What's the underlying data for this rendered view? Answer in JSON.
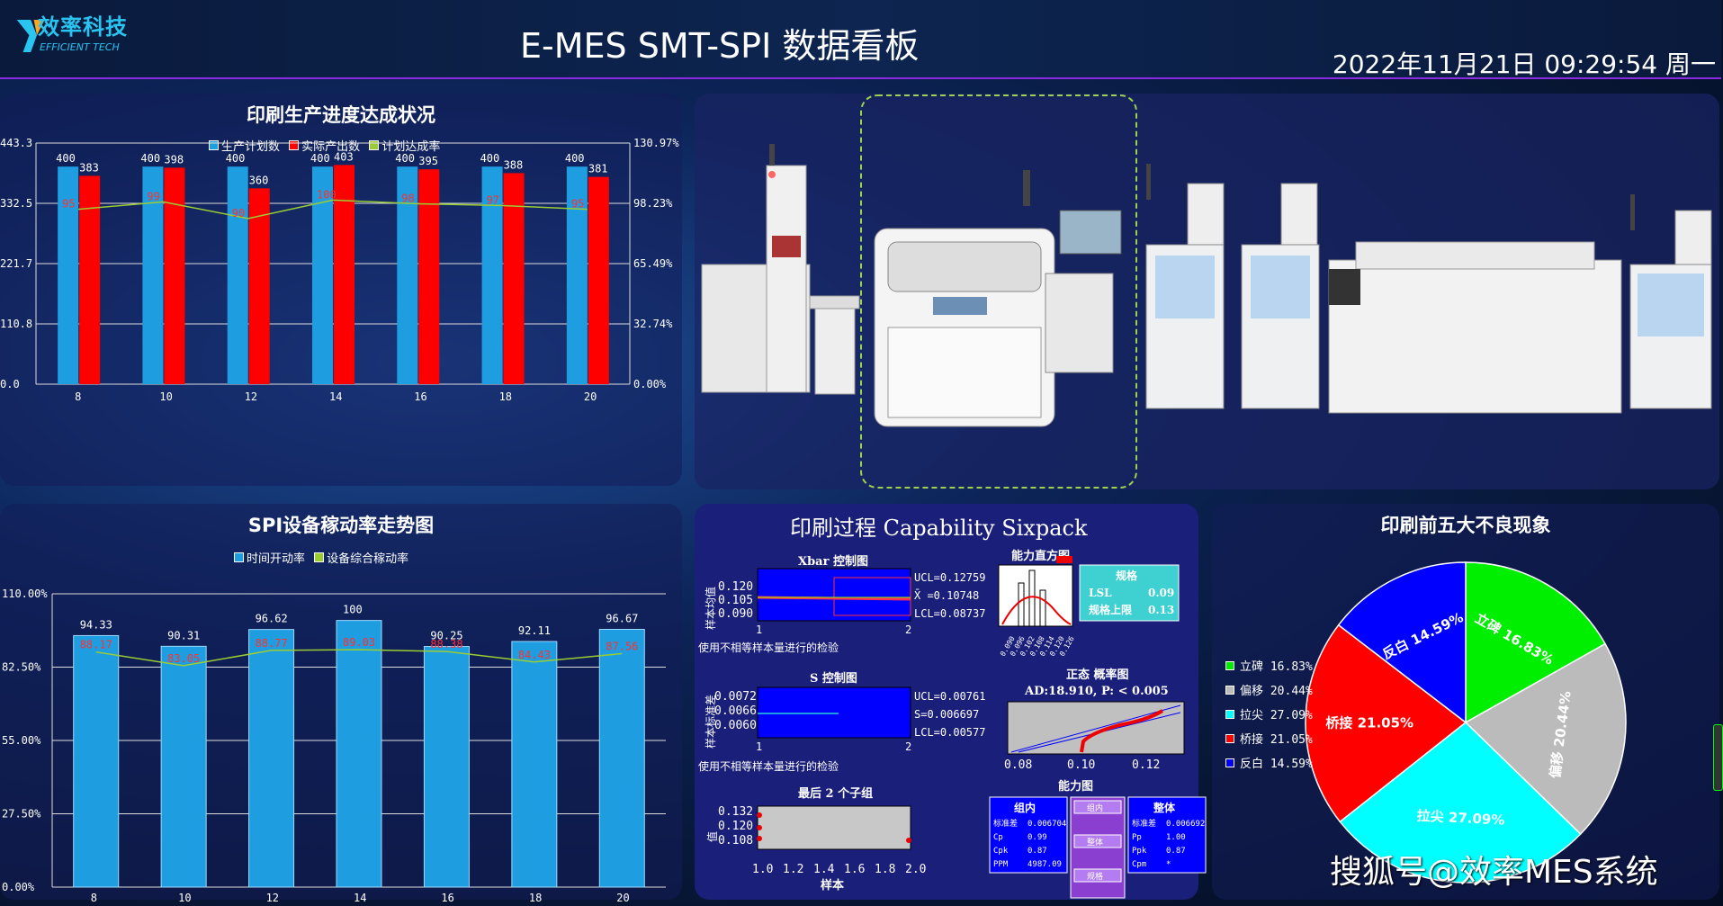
{
  "header": {
    "logo_text": "效率科技",
    "logo_sub": "EFFICIENT TECH",
    "title": "E-MES SMT-SPI 数据看板",
    "datetime": "2022年11月21日 09:29:54 周一"
  },
  "colors": {
    "plan_bar": "#1e9ee0",
    "actual_bar": "#ff0000",
    "line": "#9acd32",
    "pie_1": "#00ee00",
    "pie_2": "#bbbbbb",
    "pie_3": "#00ffff",
    "pie_4": "#ff0000",
    "pie_5": "#0000ff"
  },
  "chart1": {
    "title": "印刷生产进度达成状况",
    "legend": [
      "生产计划数",
      "实际产出数",
      "计划达成率"
    ],
    "chart_data": {
      "type": "bar",
      "categories": [
        "8",
        "10",
        "12",
        "14",
        "16",
        "18",
        "20"
      ],
      "series": [
        {
          "name": "生产计划数",
          "values": [
            400,
            400,
            400,
            400,
            400,
            400,
            400
          ]
        },
        {
          "name": "实际产出数",
          "values": [
            383,
            398,
            360,
            403,
            395,
            388,
            381
          ]
        },
        {
          "name": "计划达成率",
          "values": [
            95,
            99,
            90,
            100,
            98,
            97,
            95
          ]
        }
      ],
      "series_labels": [
        "95",
        "99",
        "90",
        "100",
        "98",
        "97",
        "95"
      ],
      "ylim": [
        0,
        443.3
      ],
      "y_ticks": [
        "443.3",
        "332.5",
        "221.7",
        "110.8",
        "0.0"
      ],
      "y2lim": [
        0,
        130.97
      ],
      "y2_ticks": [
        "130.97%",
        "98.23%",
        "65.49%",
        "32.74%",
        "0.00%"
      ],
      "grid": true,
      "legend_position": "top-center"
    }
  },
  "chart2": {
    "title": "SPI设备稼动率走势图",
    "legend": [
      "时间开动率",
      "设备综合稼动率"
    ],
    "chart_data": {
      "type": "bar",
      "categories": [
        "8",
        "10",
        "12",
        "14",
        "16",
        "18",
        "20"
      ],
      "series": [
        {
          "name": "时间开动率",
          "values": [
            94.33,
            90.31,
            96.62,
            100,
            90.25,
            92.11,
            96.67
          ]
        },
        {
          "name": "设备综合稼动率",
          "values": [
            88.17,
            83.05,
            88.77,
            89.03,
            88.38,
            84.43,
            87.56
          ]
        }
      ],
      "bar_labels": [
        "94.33",
        "90.31",
        "96.62",
        "100",
        "90.25",
        "92.11",
        "96.67"
      ],
      "line_labels": [
        "88.17",
        "83.05",
        "88.77",
        "89.03",
        "88.38",
        "84.43",
        "87.56"
      ],
      "ylim": [
        0,
        110
      ],
      "y_ticks": [
        "110.00%",
        "82.50%",
        "55.00%",
        "27.50%",
        "0.00%"
      ],
      "grid": true,
      "legend_position": "top-center"
    }
  },
  "sixpack": {
    "title": "印刷过程 Capability Sixpack",
    "xbar_title": "Xbar 控制图",
    "xbar_ylabel": "样本均值",
    "xbar_ticks": [
      "0.120",
      "0.105",
      "0.090"
    ],
    "xbar_ucl": "UCL=0.12759",
    "xbar_mean": "X̄ =0.10748",
    "xbar_lcl": "LCL=0.08737",
    "note": "使用不相等样本量进行的检验",
    "s_title": "S 控制图",
    "s_ylabel": "样本标准差",
    "s_ticks": [
      "0.0072",
      "0.0066",
      "0.0060"
    ],
    "s_ucl": "UCL=0.00761",
    "s_mean": "S=0.006697",
    "s_lcl": "LCL=0.00577",
    "x_ticks": [
      "1",
      "2"
    ],
    "last_title": "最后 2 个子组",
    "last_ylabel": "值",
    "last_ticks": [
      "0.132",
      "0.120",
      "0.108"
    ],
    "last_xticks": [
      "1.0",
      "1.2",
      "1.4",
      "1.6",
      "1.8",
      "2.0"
    ],
    "last_xlabel": "样本",
    "hist_title": "能力直方图",
    "hist_ticks": [
      "0.090",
      "0.096",
      "0.102",
      "0.108",
      "0.114",
      "0.120",
      "0.126"
    ],
    "spec_title": "规格",
    "spec_lsl_label": "LSL",
    "spec_lsl": "0.09",
    "spec_usl_label": "规格上限",
    "spec_usl": "0.13",
    "prob_title": "正态 概率图",
    "prob_stat": "AD:18.910, P: < 0.005",
    "prob_ticks": [
      "0.08",
      "0.10",
      "0.12"
    ],
    "cap_title": "能力图",
    "within_title": "组内",
    "within_rows": [
      {
        "k": "标准差",
        "v": "0.006704"
      },
      {
        "k": "Cp",
        "v": "0.99"
      },
      {
        "k": "Cpk",
        "v": "0.87"
      },
      {
        "k": "PPM",
        "v": "4987.09"
      }
    ],
    "mid_labels": [
      "组内",
      "整体",
      "规格"
    ],
    "overall_title": "整体",
    "overall_rows": [
      {
        "k": "标准差",
        "v": "0.006692"
      },
      {
        "k": "Pp",
        "v": "1.00"
      },
      {
        "k": "Ppk",
        "v": "0.87"
      },
      {
        "k": "Cpm",
        "v": "*"
      }
    ]
  },
  "pie": {
    "title": "印刷前五大不良现象",
    "chart_data": {
      "type": "pie",
      "labels": [
        "立碑",
        "偏移",
        "拉尖",
        "桥接",
        "反白"
      ],
      "values": [
        16.83,
        20.44,
        27.09,
        21.05,
        14.59
      ],
      "slice_labels": [
        "立碑 16.83%",
        "偏移 20.44%",
        "拉尖 27.09%",
        "桥接 21.05%",
        "反白 14.59%"
      ],
      "legend_position": "left"
    },
    "legend": [
      {
        "label": "立碑",
        "value": "16.83%"
      },
      {
        "label": "偏移",
        "value": "20.44%"
      },
      {
        "label": "拉尖",
        "value": "27.09%"
      },
      {
        "label": "桥接",
        "value": "21.05%"
      },
      {
        "label": "反白",
        "value": "14.59%"
      }
    ]
  },
  "watermark": "搜狐号@效率MES系统"
}
